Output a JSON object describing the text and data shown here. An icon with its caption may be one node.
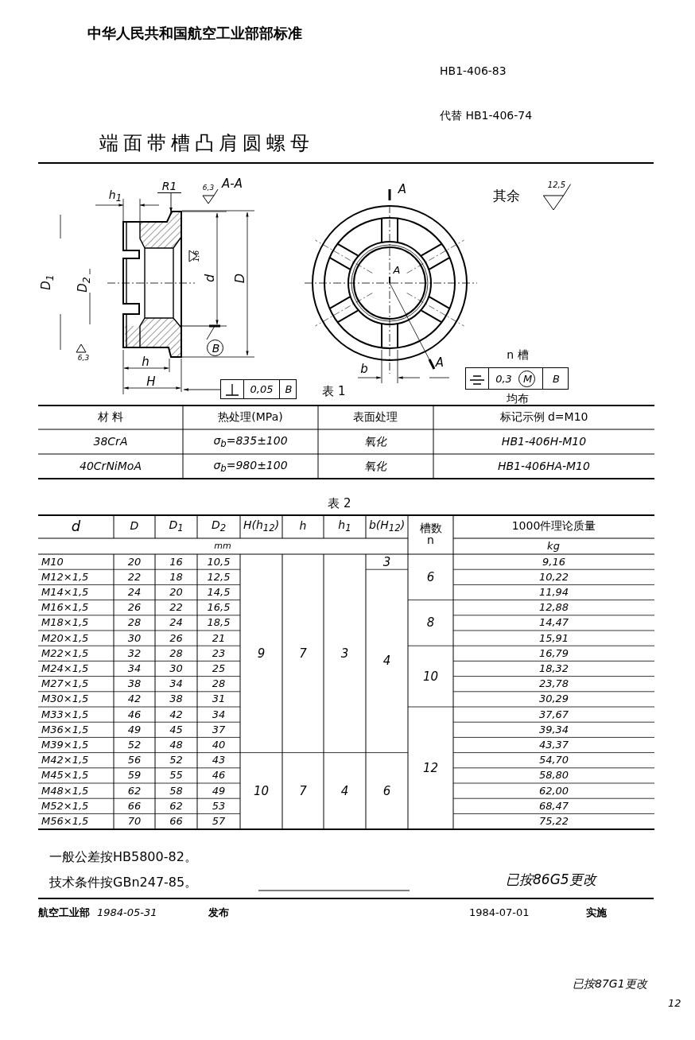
{
  "diagram": {
    "title": "端面带槽凸肩圆螺母",
    "nodes": [
      {
        "text": [
          "R1"
        ]
      },
      {
        "text": [
          "B"
        ]
      },
      {
        "text": [
          "0,05",
          "B"
        ]
      },
      {
        "text": [
          "0,3",
          "B"
        ]
      },
      {
        "text": [
          "M"
        ],
        "in": 3
      },
      {
        "text": [],
        "shape": "picture"
      }
    ],
    "edges": [
      {
        "from": 0,
        "to": 5,
        "arrow": "to"
      },
      {
        "from": 1,
        "to": 5,
        "arrow": "none"
      },
      {
        "from": 2,
        "to": null,
        "arrow": "to"
      }
    ],
    "labels": [
      "中华人民共和国航空工业部部标准",
      "HB1-406-83",
      "代替 HB1-406-74",
      "h$_{1}$",
      "A-A",
      "6,3",
      "1,6",
      "d",
      "D",
      "D$_{1}$",
      "D$_{2}$",
      "6,3",
      "h",
      "H",
      "A",
      "A",
      "A",
      "b",
      "其余",
      "12,5",
      "n 槽",
      "均布",
      "表 1",
      "材 料",
      "热处理(MPa)",
      "表面处理",
      "标记示例 d=M10",
      "38CrA",
      "σ$_{b}$=835±100",
      "氧化",
      "HB1-406H-M10",
      "40CrNiMoA",
      "σ$_{b}$=980±100",
      "氧化",
      "HB1-406HA-M10",
      "表 2",
      "d",
      "D",
      "D$_{1}$",
      "D$_{2}$",
      "H(h$_{12}$)",
      "h",
      "h$_{1}$",
      "b(H$_{12}$)",
      "槽数 n",
      "1000件理论质量",
      "mm",
      "kg",
      "M10",
      "20",
      "16",
      "10,5",
      "3",
      "9,16",
      "M12×1,5",
      "22",
      "18",
      "12,5",
      "6",
      "10,22",
      "M14×1,5",
      "24",
      "20",
      "14,5",
      "11,94",
      "M16×1,5",
      "26",
      "22",
      "16,5",
      "12,88",
      "M18×1,5",
      "28",
      "24",
      "18,5",
      "8",
      "14,47",
      "M20×1,5",
      "30",
      "26",
      "21",
      "15,91",
      "M22×1,5",
      "32",
      "28",
      "23",
      "9",
      "7",
      "3",
      "4",
      "16,79",
      "M24×1,5",
      "34",
      "30",
      "25",
      "10",
      "18,32",
      "M27×1,5",
      "38",
      "34",
      "28",
      "23,78",
      "M30×1,5",
      "42",
      "38",
      "31",
      "30,29",
      "M33×1,5",
      "46",
      "42",
      "34",
      "37,67",
      "M36×1,5",
      "49",
      "45",
      "37",
      "39,34",
      "M39×1,5",
      "52",
      "48",
      "40",
      "43,37",
      "M42×1,5",
      "56",
      "52",
      "43",
      "12",
      "54,70",
      "M45×1,5",
      "59",
      "55",
      "46",
      "58,80",
      "M48×1,5",
      "62",
      "58",
      "49",
      "10",
      "7",
      "4",
      "6",
      "62,00",
      "M52×1,5",
      "66",
      "62",
      "53",
      "68,47",
      "M56×1,5",
      "70",
      "66",
      "57",
      "75,22",
      "一般公差按HB5800-82。",
      "技术条件按GBn247-85。",
      "已按86G5更改",
      "航空工业部",
      "1984-05-31",
      "发布",
      "1984-07-01",
      "实施",
      "已按87G1更改",
      "12"
    ]
  }
}
